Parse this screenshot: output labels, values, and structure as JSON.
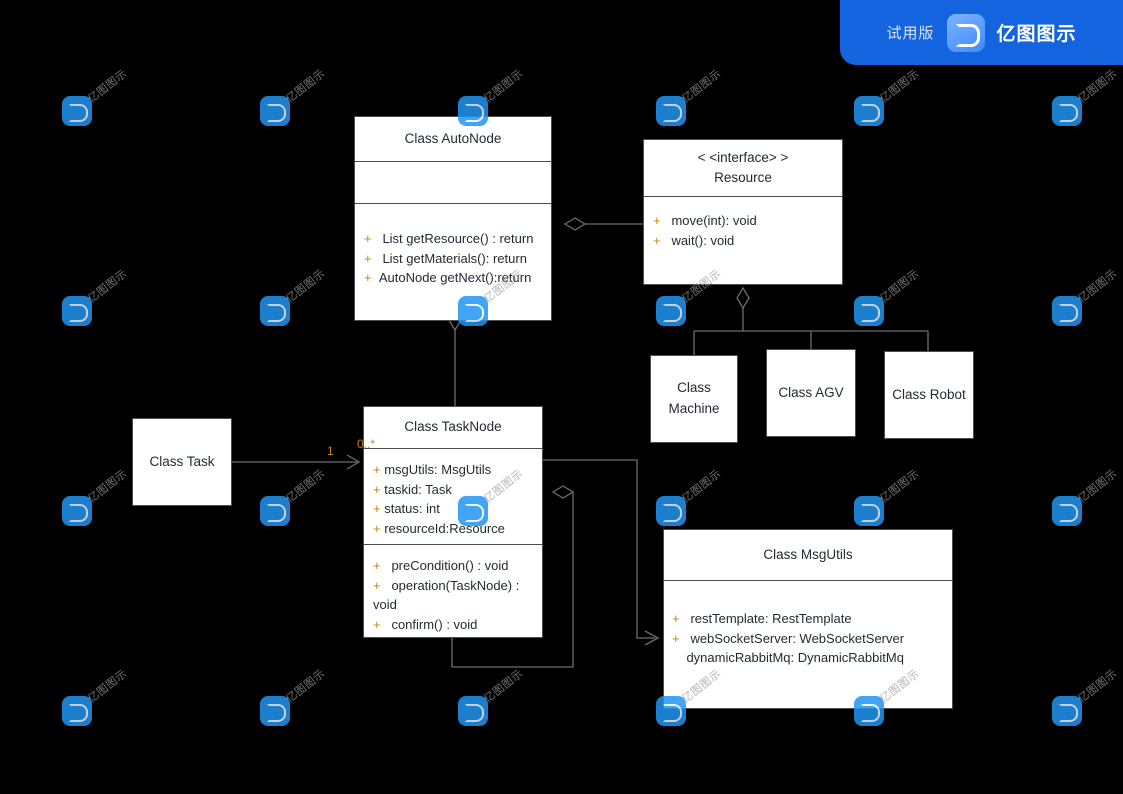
{
  "banner": {
    "trial_label": "试用版",
    "product_name": "亿图图示",
    "logo_icon": "edraw-logo-icon",
    "background_color": "#1464e0"
  },
  "watermark": {
    "text": "亿图图示",
    "logo_icon": "edraw-watermark-icon",
    "color": "#9a9a9a",
    "logo_color": "#2196f3"
  },
  "diagram": {
    "type": "uml-class-diagram",
    "background_color": "#000000",
    "box_fill": "#ffffff",
    "box_border": "#4d4d4d",
    "text_color": "#1f2933",
    "visibility_color": "#c8860d",
    "classes": [
      {
        "id": "auto-node",
        "title": "Class AutoNode",
        "stereotype": "",
        "attributes": [],
        "methods": [
          {
            "visibility": "+",
            "text": "List getResource() : return"
          },
          {
            "visibility": "+",
            "text": "List getMaterials(): return"
          },
          {
            "visibility": "+",
            "text": "AutoNode getNext():return"
          }
        ]
      },
      {
        "id": "resource",
        "title": "Resource",
        "stereotype": "< <interface> >",
        "attributes": [],
        "methods": [
          {
            "visibility": "+",
            "text": "move(int): void"
          },
          {
            "visibility": "+",
            "text": "wait(): void"
          }
        ]
      },
      {
        "id": "task-node",
        "title": "Class TaskNode",
        "stereotype": "",
        "attributes": [
          {
            "visibility": "+",
            "text": "msgUtils: MsgUtils"
          },
          {
            "visibility": "+",
            "text": "taskid: Task"
          },
          {
            "visibility": "+",
            "text": "status: int"
          },
          {
            "visibility": "+",
            "text": "resourceId:Resource"
          }
        ],
        "methods": [
          {
            "visibility": "+",
            "text": "preCondition() : void"
          },
          {
            "visibility": "+",
            "text": "operation(TaskNode) : void"
          },
          {
            "visibility": "+",
            "text": "confirm() : void"
          }
        ]
      },
      {
        "id": "msg-utils",
        "title": "Class MsgUtils",
        "stereotype": "",
        "attributes": [
          {
            "visibility": "+",
            "text": "restTemplate: RestTemplate"
          },
          {
            "visibility": "+",
            "text": "webSocketServer: WebSocketServer"
          },
          {
            "visibility": "",
            "text": "dynamicRabbitMq: DynamicRabbitMq"
          }
        ],
        "methods": []
      },
      {
        "id": "task",
        "title": "Class Task"
      },
      {
        "id": "machine",
        "title": "Class\nMachine"
      },
      {
        "id": "agv",
        "title": "Class AGV"
      },
      {
        "id": "robot",
        "title": "Class Robot"
      }
    ],
    "relations": [
      {
        "from": "auto-node",
        "to": "resource",
        "type": "aggregation",
        "marker": "open-diamond"
      },
      {
        "from": "auto-node",
        "to": "task-node",
        "type": "aggregation",
        "marker": "open-diamond"
      },
      {
        "from": "resource",
        "to": "machine",
        "type": "generalization-tree",
        "marker": "open-diamond"
      },
      {
        "from": "resource",
        "to": "agv",
        "type": "generalization-tree",
        "marker": "open-diamond"
      },
      {
        "from": "resource",
        "to": "robot",
        "type": "generalization-tree",
        "marker": "open-diamond"
      },
      {
        "from": "task",
        "to": "task-node",
        "type": "association",
        "marker": "open-arrow",
        "source_label": "1",
        "target_label": "0..*"
      },
      {
        "from": "task-node",
        "to": "task-node",
        "type": "self-aggregation",
        "marker": "open-diamond"
      },
      {
        "from": "task-node",
        "to": "msg-utils",
        "type": "association",
        "marker": "open-arrow"
      }
    ],
    "labels": {
      "task_multiplicity": "1",
      "task_node_multiplicity": "0..*"
    }
  }
}
